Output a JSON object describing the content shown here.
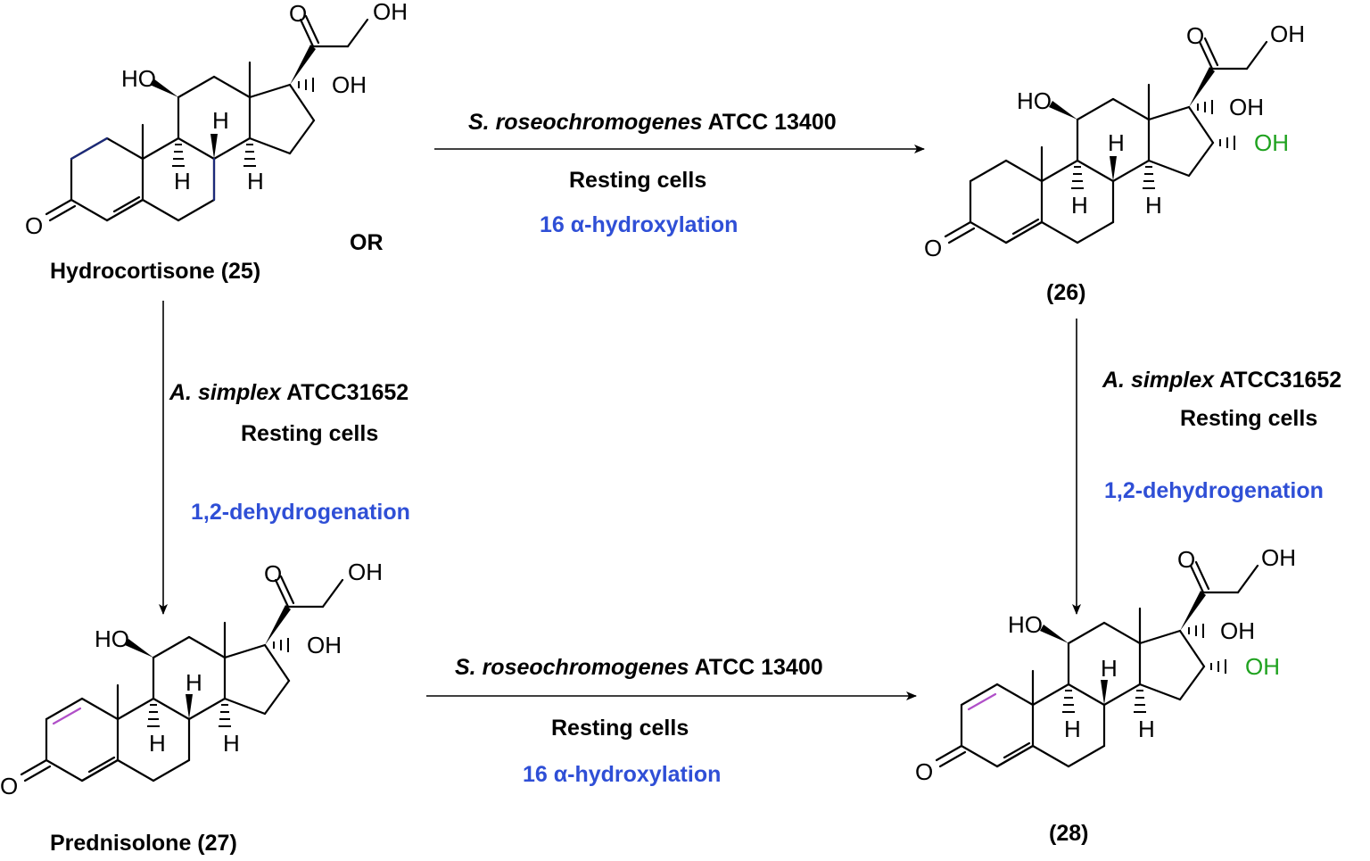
{
  "compounds": {
    "c25": {
      "name": "Hydrocortisone (25)"
    },
    "c26": {
      "name": "(26)"
    },
    "c27": {
      "name": "Prednisolone (27)"
    },
    "c28": {
      "name": "(28)"
    }
  },
  "or_label": "OR",
  "atoms": {
    "O": "O",
    "OH": "OH",
    "HO": "HO",
    "H": "H"
  },
  "reactions": {
    "top": {
      "organism": "S. roseochromogenes",
      "strain": " ATCC 13400",
      "condition": "Resting cells",
      "transformation": "16 α-hydroxylation"
    },
    "left": {
      "organism": "A. simplex",
      "strain": " ATCC31652",
      "condition": "Resting cells",
      "transformation": "1,2-dehydrogenation"
    },
    "right": {
      "organism": "A. simplex",
      "strain": " ATCC31652",
      "condition": "Resting cells",
      "transformation": "1,2-dehydrogenation"
    },
    "bottom": {
      "organism": "S. roseochromogenes",
      "strain": " ATCC 13400",
      "condition": "Resting cells",
      "transformation": "16 α-hydroxylation"
    }
  },
  "colors": {
    "new_hydroxyl": "#1fa21f",
    "new_double_bond": "#b04fc8",
    "transformation_text": "#2f4fd6"
  }
}
